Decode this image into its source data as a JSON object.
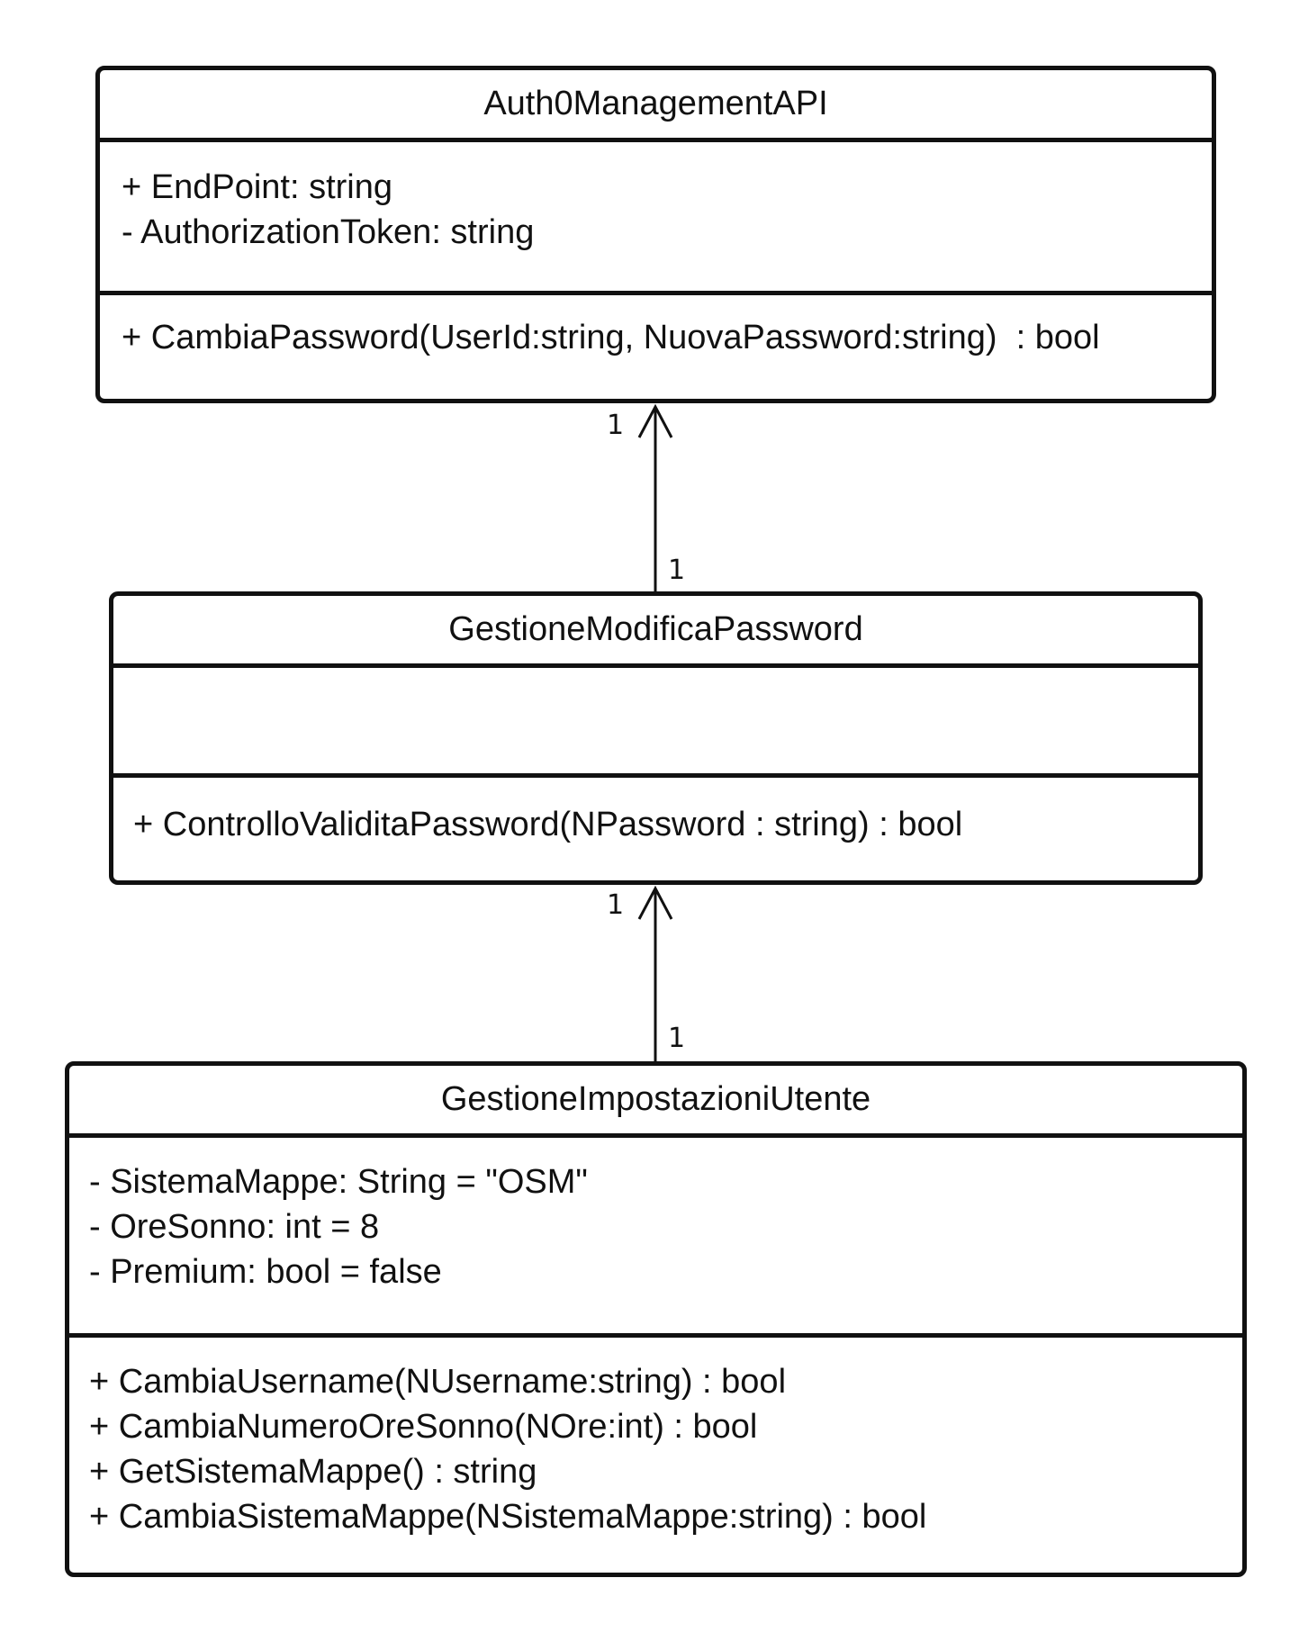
{
  "classes": {
    "auth": {
      "name": "Auth0ManagementAPI",
      "attributes": [
        "+ EndPoint: string",
        "- AuthorizationToken: string"
      ],
      "operations": [
        "+ CambiaPassword(UserId:string, NuovaPassword:string)  : bool"
      ]
    },
    "gestione_password": {
      "name": "GestioneModificaPassword",
      "attributes": [],
      "operations": [
        "+ ControlloValiditaPassword(NPassword : string) : bool"
      ]
    },
    "gestione_impostazioni": {
      "name": "GestioneImpostazioniUtente",
      "attributes": [
        "- SistemaMappe: String = \"OSM\"",
        "- OreSonno: int = 8",
        "- Premium: bool = false"
      ],
      "operations": [
        "+ CambiaUsername(NUsername:string) : bool",
        "+ CambiaNumeroOreSonno(NOre:int) : bool",
        "+ GetSistemaMappe() : string",
        "+ CambiaSistemaMappe(NSistemaMappe:string) : bool"
      ]
    }
  },
  "associations": [
    {
      "from": "gestione_password",
      "to": "auth",
      "source_multiplicity": "1",
      "target_multiplicity": "1"
    },
    {
      "from": "gestione_impostazioni",
      "to": "gestione_password",
      "source_multiplicity": "1",
      "target_multiplicity": "1"
    }
  ]
}
